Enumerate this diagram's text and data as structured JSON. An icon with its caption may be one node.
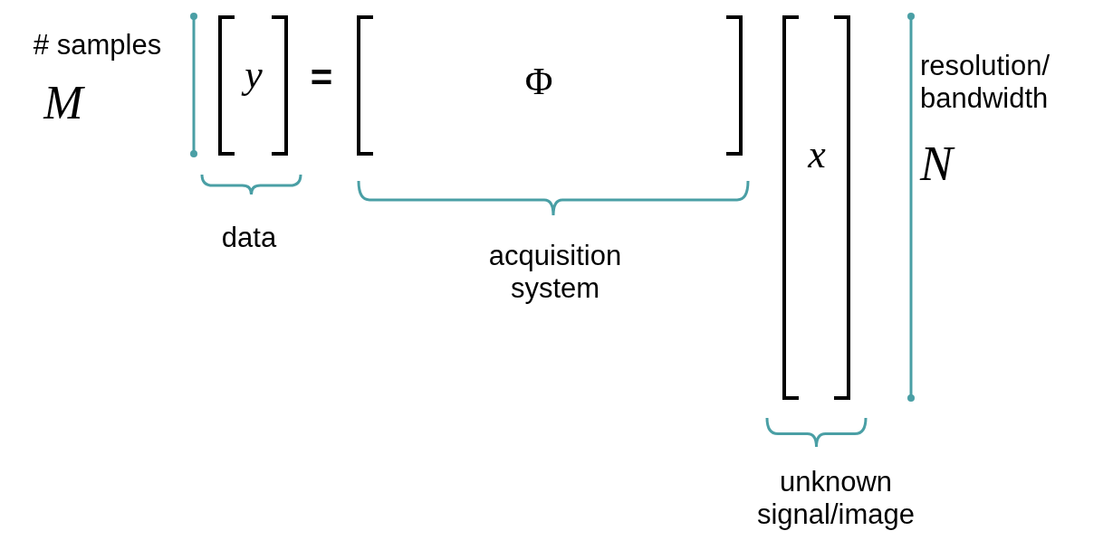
{
  "diagram": {
    "labels": [
      "# samples",
      "M",
      "y",
      "=",
      "Φ",
      "resolution/ bandwidth",
      "N",
      "x",
      "data",
      "acquisition system",
      "unknown signal/image"
    ]
  }
}
